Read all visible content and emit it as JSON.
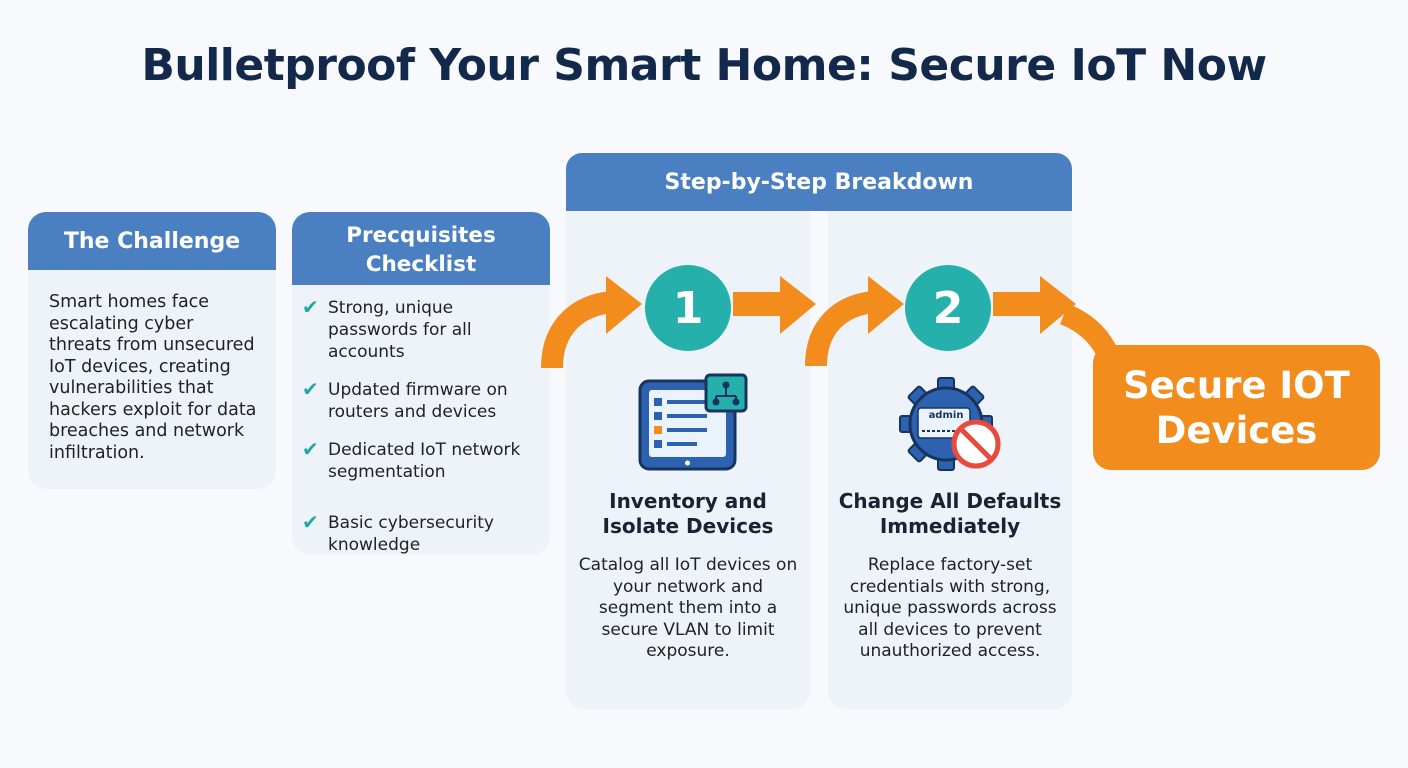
{
  "title": "Bulletproof Your Smart Home: Secure IoT Now",
  "challenge": {
    "heading": "The Challenge",
    "text": "Smart homes face escalating cyber threats from unsecured IoT devices, creating vulnerabilities that hackers exploit for data breaches and network infiltration."
  },
  "prerequisites": {
    "heading_line1": "Precquisites",
    "heading_line2": "Checklist",
    "items": [
      "Strong, unique passwords for all accounts",
      "Updated firmware on routers and devices",
      "Dedicated IoT network segmentation",
      "Basic cybersecurity knowledge"
    ]
  },
  "steps": {
    "header": "Step-by-Step Breakdown",
    "items": [
      {
        "number": "1",
        "title_line1": "Inventory and",
        "title_line2": "Isolate Devices",
        "description": "Catalog all IoT devices on your network and segment them into a secure VLAN to limit exposure.",
        "icon": "device-inventory-icon"
      },
      {
        "number": "2",
        "title_line1": "Change All Defaults",
        "title_line2": "Immediately",
        "description": "Replace factory-set credentials with strong, unique passwords across all devices to prevent unauthorized access.",
        "icon": "gear-default-password-icon",
        "icon_text": "admin"
      }
    ]
  },
  "goal": {
    "line1": "Secure IOT",
    "line2": "Devices"
  },
  "colors": {
    "header_blue": "#4a7fc1",
    "teal": "#26b0ab",
    "orange": "#f28c1d",
    "title_navy": "#13294b",
    "card_bg": "#eef3f9"
  }
}
